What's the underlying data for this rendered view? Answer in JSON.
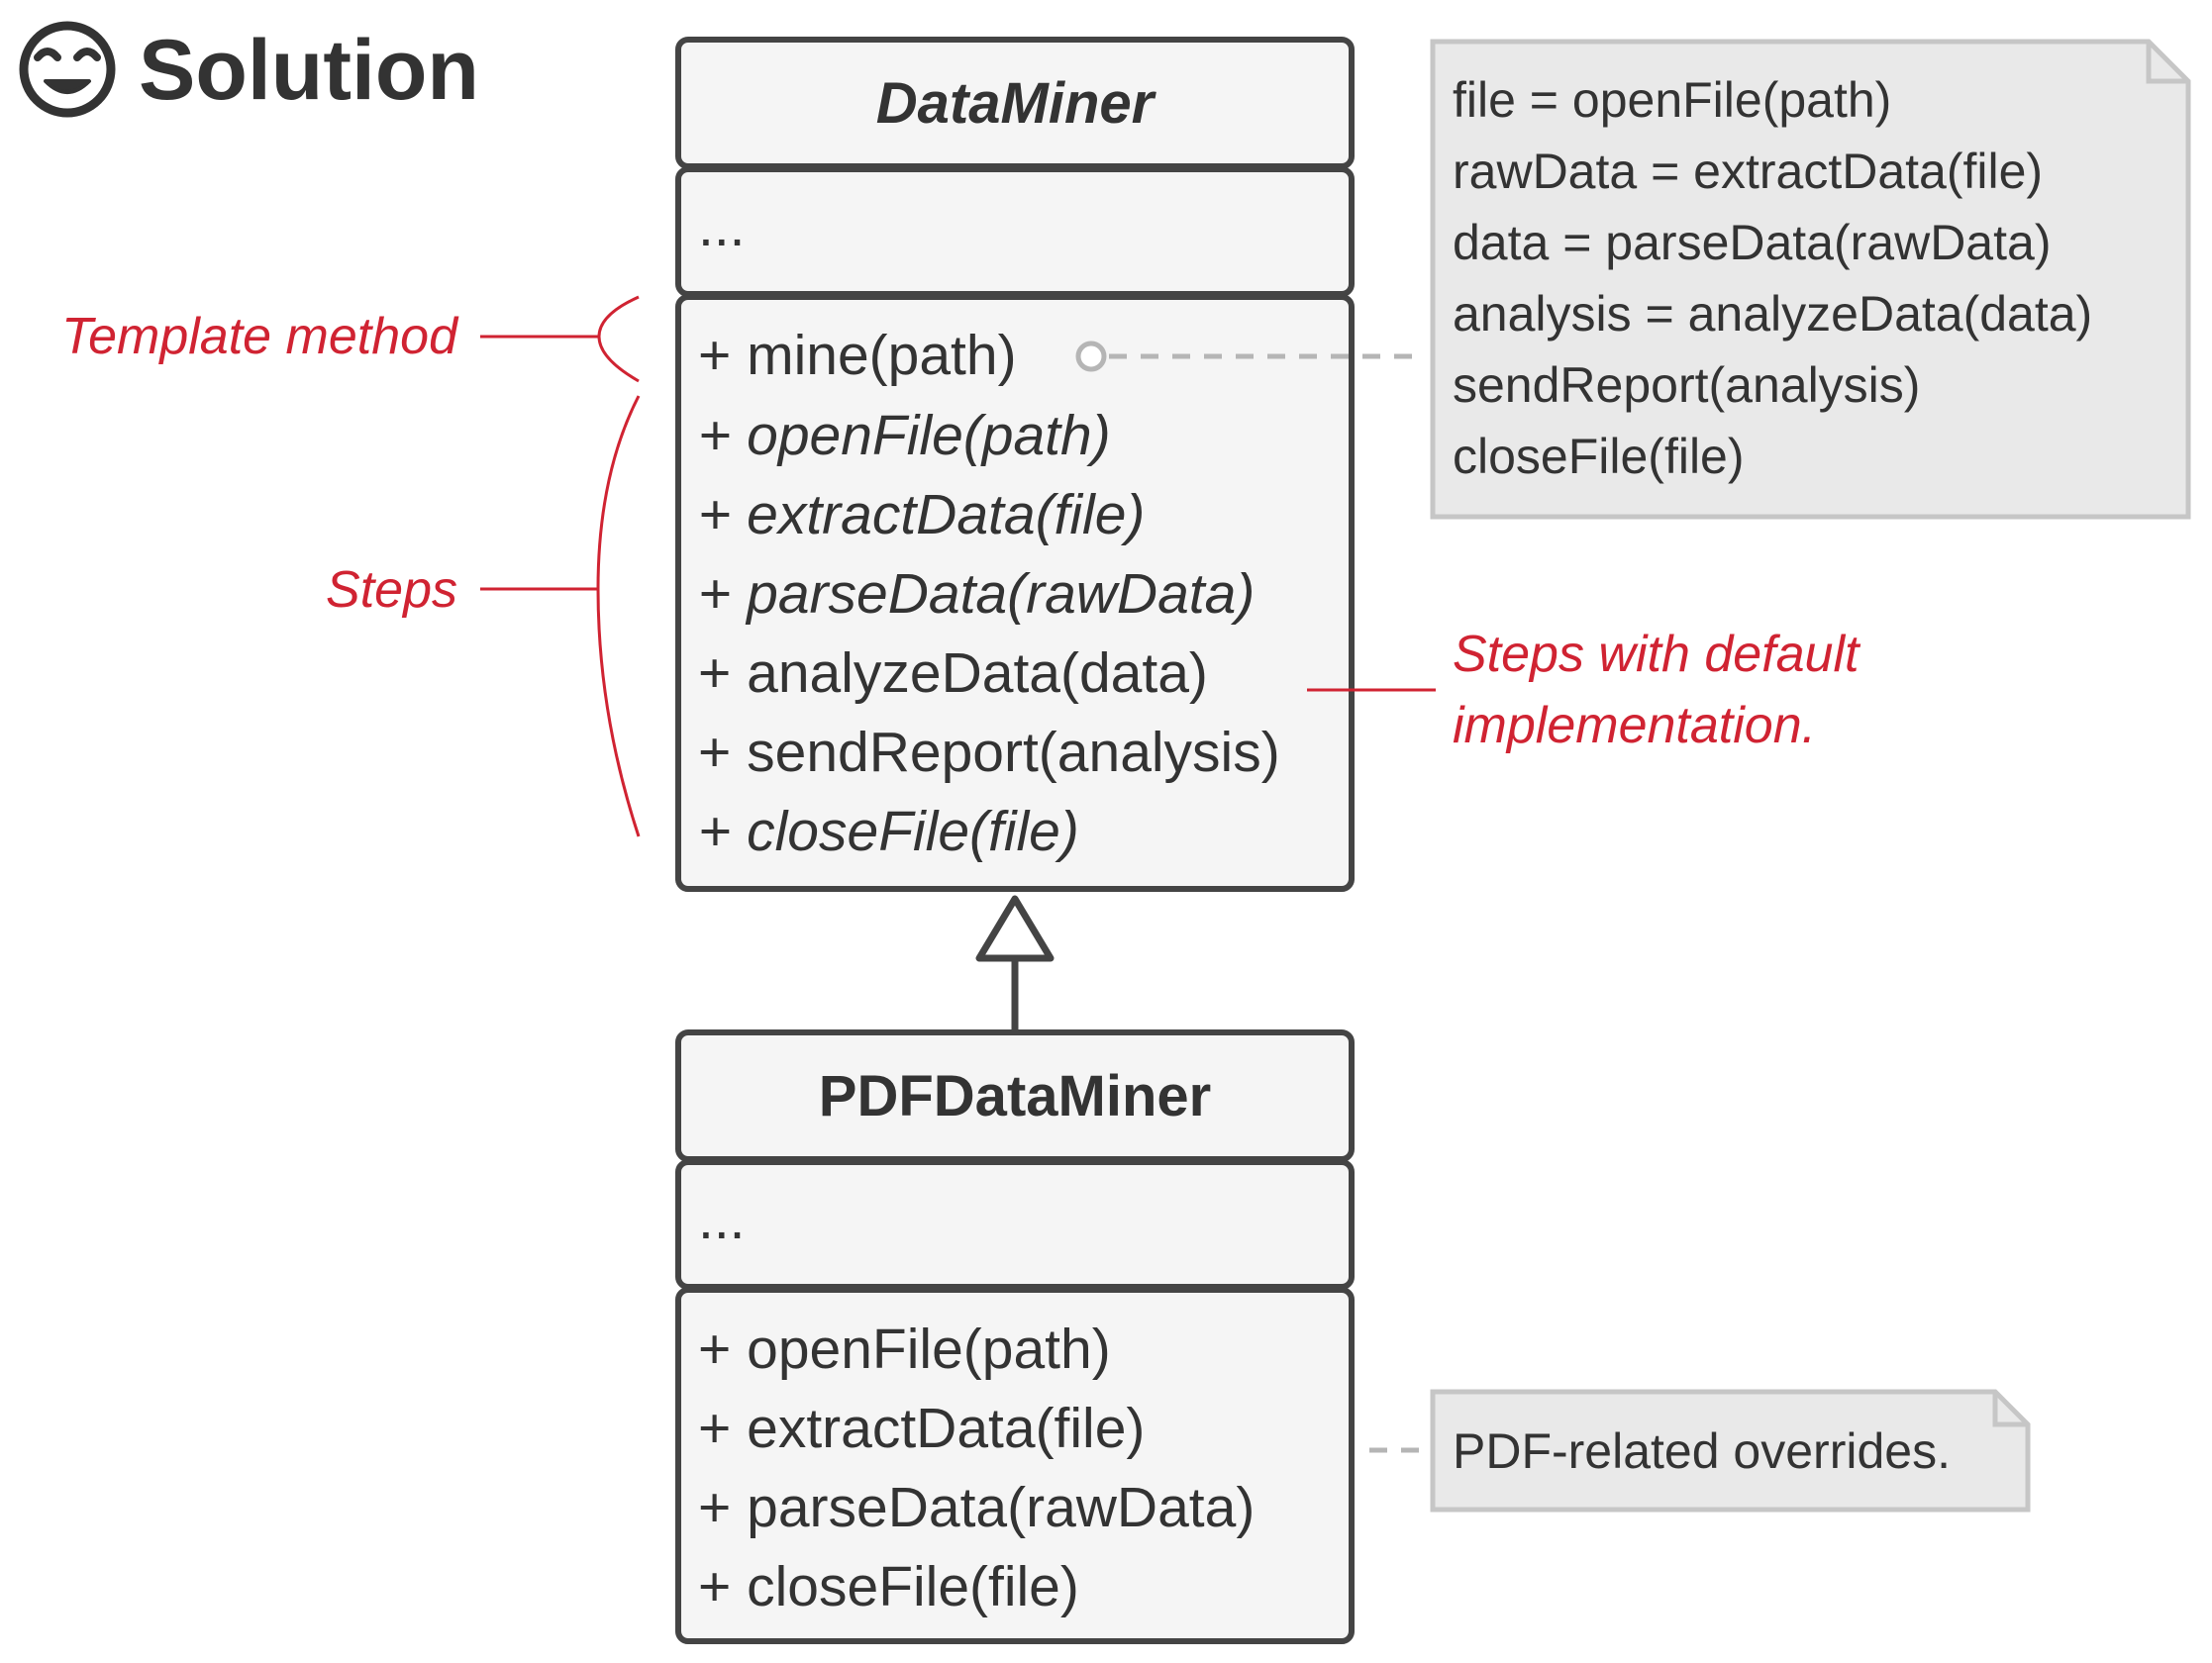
{
  "heading": {
    "icon": "smiling-face-icon",
    "title": "Solution"
  },
  "classes": {
    "data_miner": {
      "name": "DataMiner",
      "fields": "...",
      "methods": [
        "+ mine(path)",
        "+ openFile(path)",
        "+ extractData(file)",
        "+ parseData(rawData)",
        "+ analyzeData(data)",
        "+ sendReport(analysis)",
        "+ closeFile(file)"
      ]
    },
    "pdf_data_miner": {
      "name": "PDFDataMiner",
      "fields": "...",
      "methods": [
        "+ openFile(path)",
        "+ extractData(file)",
        "+ parseData(rawData)",
        "+ closeFile(file)"
      ]
    }
  },
  "notes": {
    "template_code": [
      "file = openFile(path)",
      "rawData = extractData(file)",
      "data = parseData(rawData)",
      "analysis = analyzeData(data)",
      "sendReport(analysis)",
      "closeFile(file)"
    ],
    "pdf_overrides": "PDF-related overrides."
  },
  "annotations": {
    "template_method": "Template method",
    "steps": "Steps",
    "default_steps": [
      "Steps with default",
      "implementation."
    ]
  },
  "colors": {
    "accent": "#d02332",
    "box_stroke": "#444444",
    "box_fill": "#f5f5f5",
    "note_fill": "#e9e9e9",
    "highlight_fill": "#f8d4d5"
  }
}
